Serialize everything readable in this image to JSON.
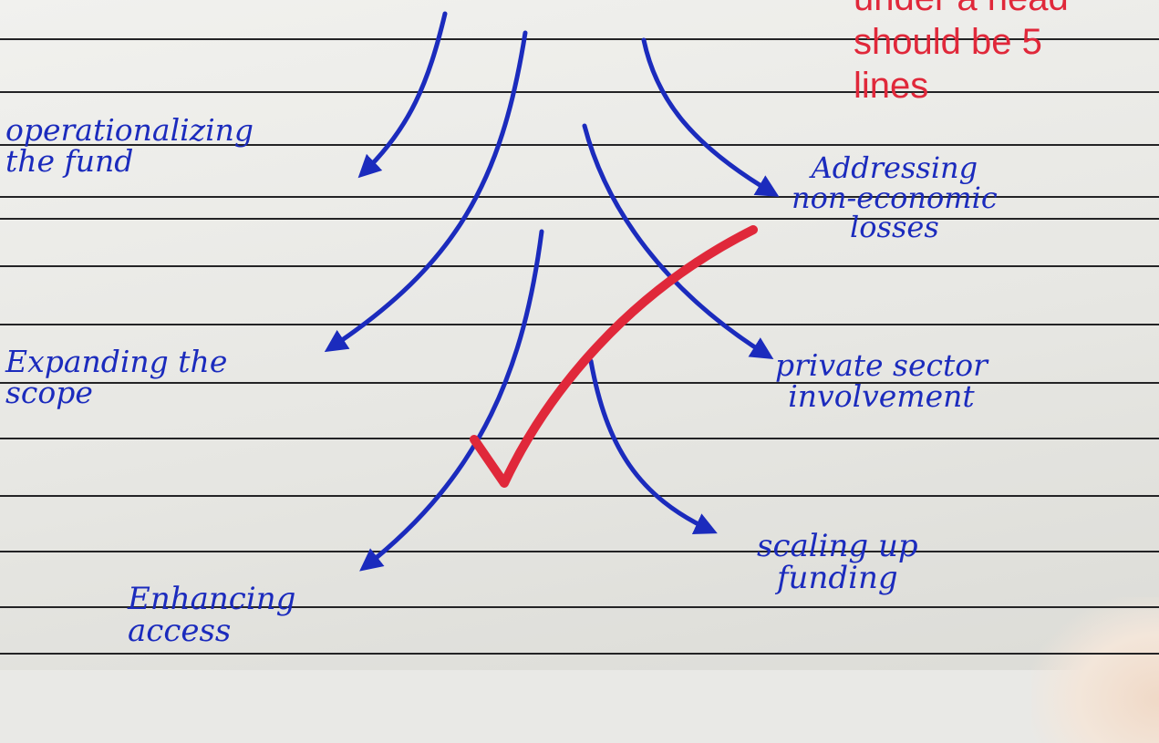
{
  "handwritten": {
    "operationalizing": "operationalizing\nthe fund",
    "expanding": "Expanding the\nscope",
    "enhancing": "Enhancing\naccess",
    "addressing": "Addressing\nnon-economic\nlosses",
    "private_sector": "private sector\ninvolvement",
    "scaling": "scaling up\nfunding"
  },
  "annotation": {
    "line1": "under a head",
    "line2": "should be 5",
    "line3": "lines"
  },
  "colors": {
    "ink": "#1b2bbd",
    "annotation": "#e0283a",
    "ruled_line": "#232325"
  }
}
